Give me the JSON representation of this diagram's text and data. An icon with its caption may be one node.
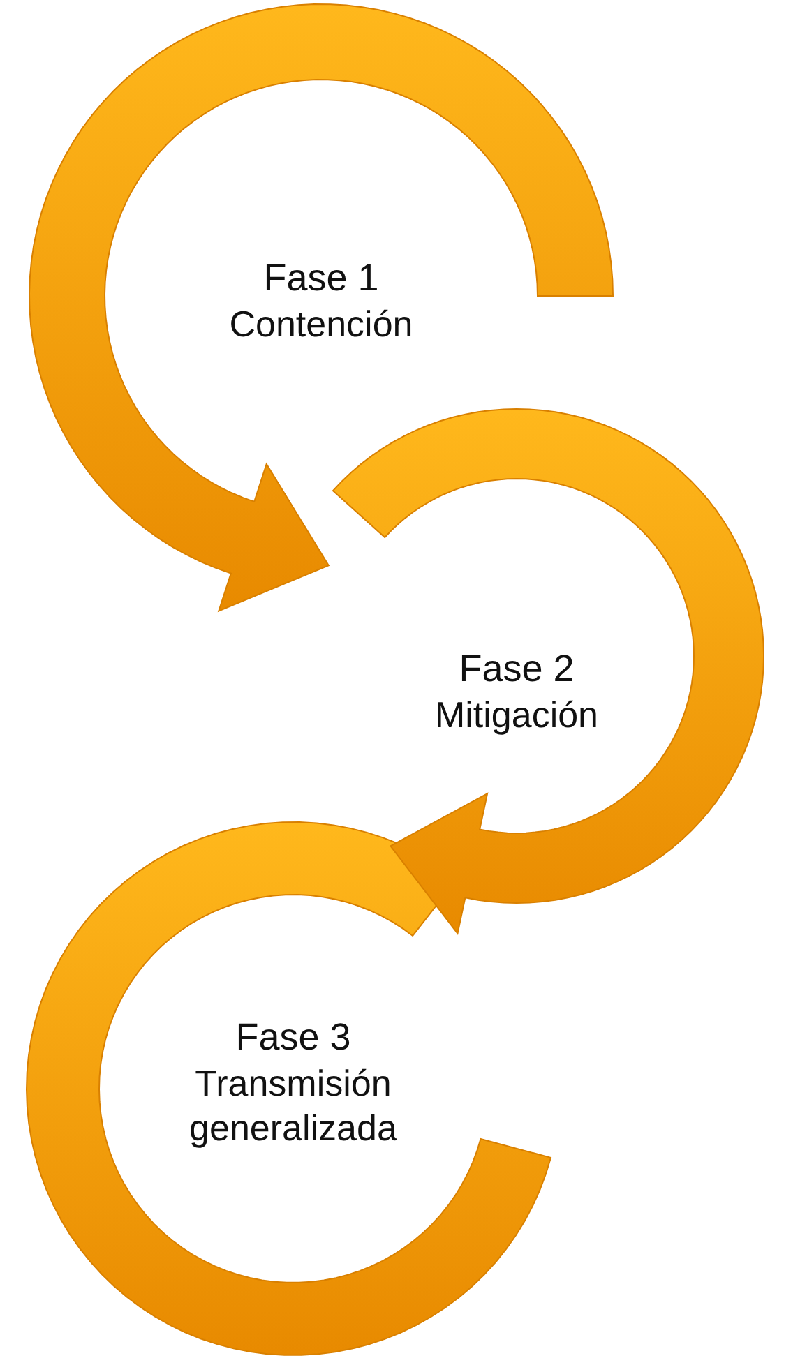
{
  "diagram": {
    "nodes": [
      {
        "text": [
          "Fase 1",
          "Contención"
        ]
      },
      {
        "text": [
          "Fase 2",
          "Mitigación"
        ]
      },
      {
        "text": [
          "Fase 3",
          "Transmisión generalizada"
        ]
      }
    ]
  }
}
